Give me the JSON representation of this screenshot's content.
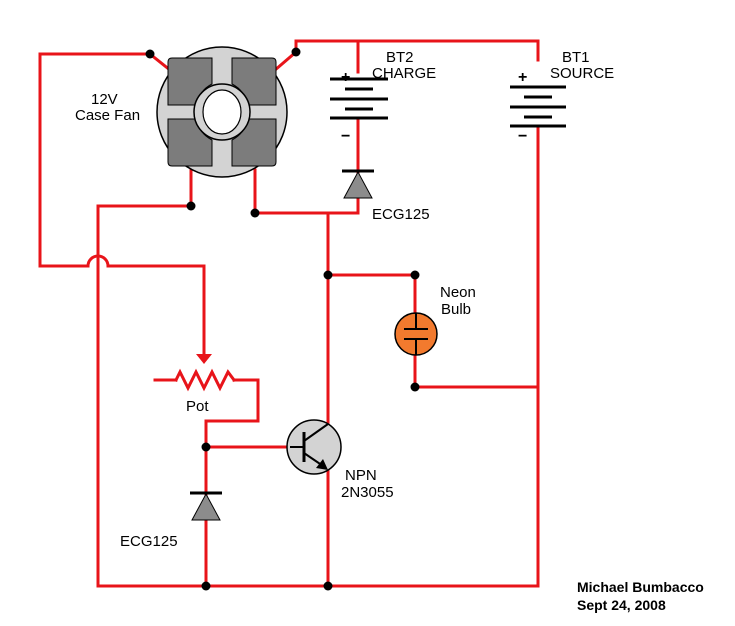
{
  "colors": {
    "wire": "#e8141a",
    "fan_body": "#d3d3d3",
    "fan_blade": "#7c7c7c",
    "diode": "#8c8c8c",
    "transistor": "#d3d3d3",
    "neon": "#f27a2e",
    "junction": "#000000"
  },
  "labels": {
    "fan": [
      "12V",
      "Case Fan"
    ],
    "bt2": [
      "BT2",
      "CHARGE"
    ],
    "bt1": [
      "BT1",
      "SOURCE"
    ],
    "diode_top": "ECG125",
    "neon": [
      "Neon",
      "Bulb"
    ],
    "pot": "Pot",
    "transistor": [
      "NPN",
      "2N3055"
    ],
    "diode_bottom": "ECG125",
    "plus": "+",
    "minus": "−"
  },
  "credit": {
    "author": "Michael Bumbacco",
    "date": "Sept 24, 2008"
  },
  "icons": {
    "fan": "fan-icon",
    "battery": "battery-icon",
    "diode": "diode-icon",
    "neon_bulb": "neon-bulb-icon",
    "potentiometer": "potentiometer-icon",
    "transistor": "npn-transistor-icon"
  }
}
